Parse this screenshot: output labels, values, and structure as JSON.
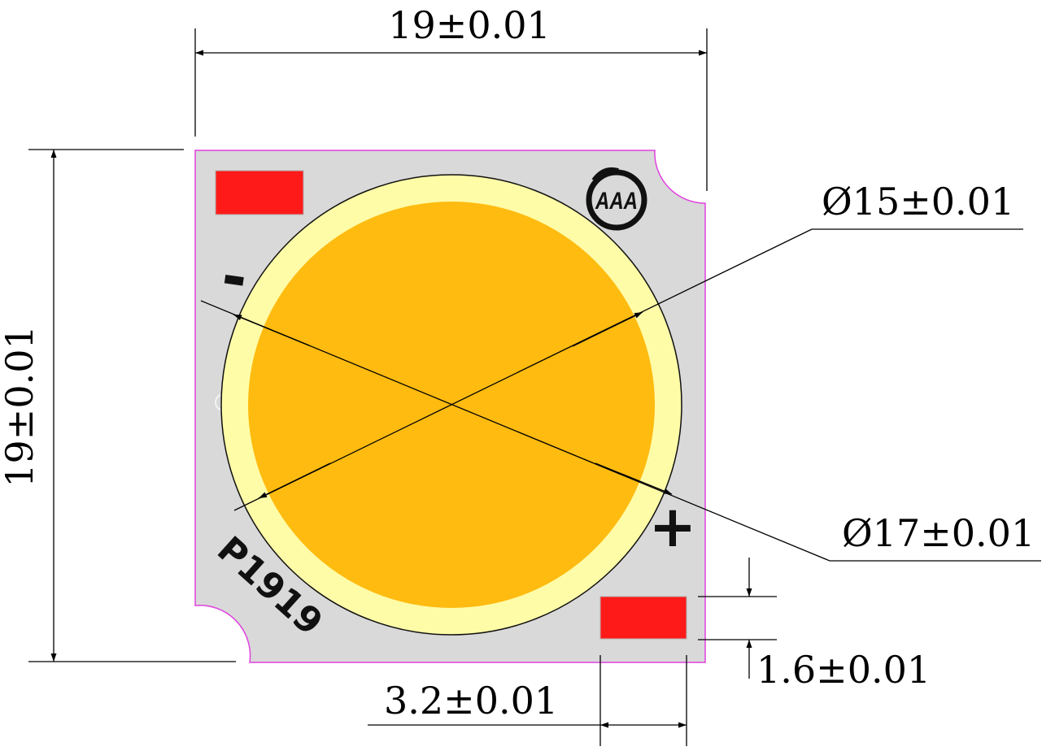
{
  "dimensions": {
    "width": "19±0.01",
    "height": "19±0.01",
    "inner_diameter": "Ø15±0.01",
    "outer_diameter": "Ø17±0.01",
    "pad_height": "1.6±0.01",
    "pad_width": "3.2±0.01"
  },
  "markings": {
    "negative": "-",
    "positive": "+",
    "model": "P1919",
    "logo": "AAA"
  },
  "colors": {
    "substrate": "#d9d9d9",
    "outline": "#e040e0",
    "pad": "#ff1a1a",
    "ring": "#fffca8",
    "emitter": "#ffbb10"
  }
}
